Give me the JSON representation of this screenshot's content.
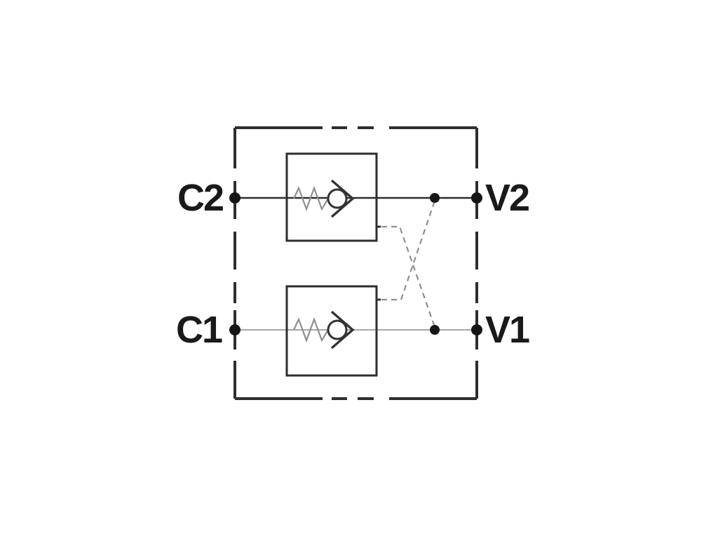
{
  "schematic": {
    "kind": "dual-pilot-operated-check-valve",
    "ports": {
      "c2": {
        "label": "C2"
      },
      "v2": {
        "label": "V2"
      },
      "c1": {
        "label": "C1"
      },
      "v1": {
        "label": "V1"
      }
    },
    "symbols": {
      "boundary": "dashed-valve-body-boundary",
      "top_valve": "spring-loaded-check-valve",
      "bottom_valve": "spring-loaded-check-valve",
      "pilot": "crossed-dashed-pilot-lines"
    },
    "colors": {
      "outline": "#2e2e2e",
      "symbol": "#333333",
      "gray": "#8f8f8f",
      "light_line": "#9b9b9b",
      "dot": "#161616",
      "label": "#1a1a1a",
      "background": "#ffffff"
    }
  }
}
